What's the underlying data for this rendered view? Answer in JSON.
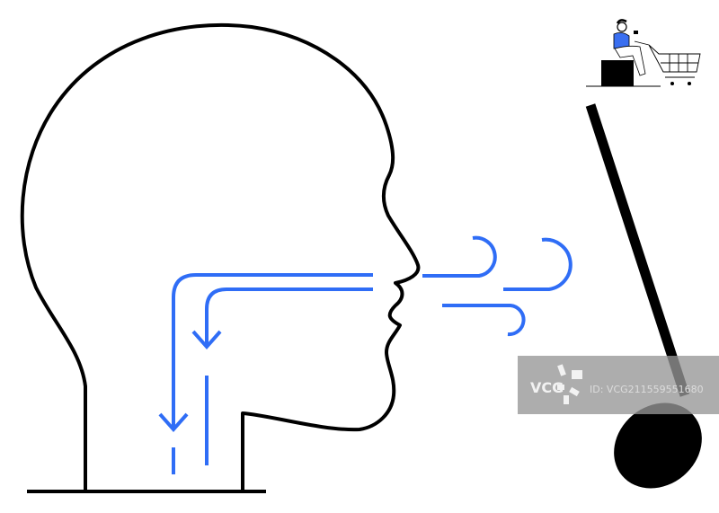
{
  "illustration": {
    "subject": "head-breathing-music",
    "colors": {
      "outline": "#000000",
      "airflow": "#2f6df6",
      "figure_shirt": "#3a6ff0",
      "watermark_bg": "#a6a6a6",
      "watermark_text": "#d9d9d9"
    }
  },
  "watermark": {
    "logo": "VCG",
    "id_text": "ID: VCG211559551680"
  }
}
